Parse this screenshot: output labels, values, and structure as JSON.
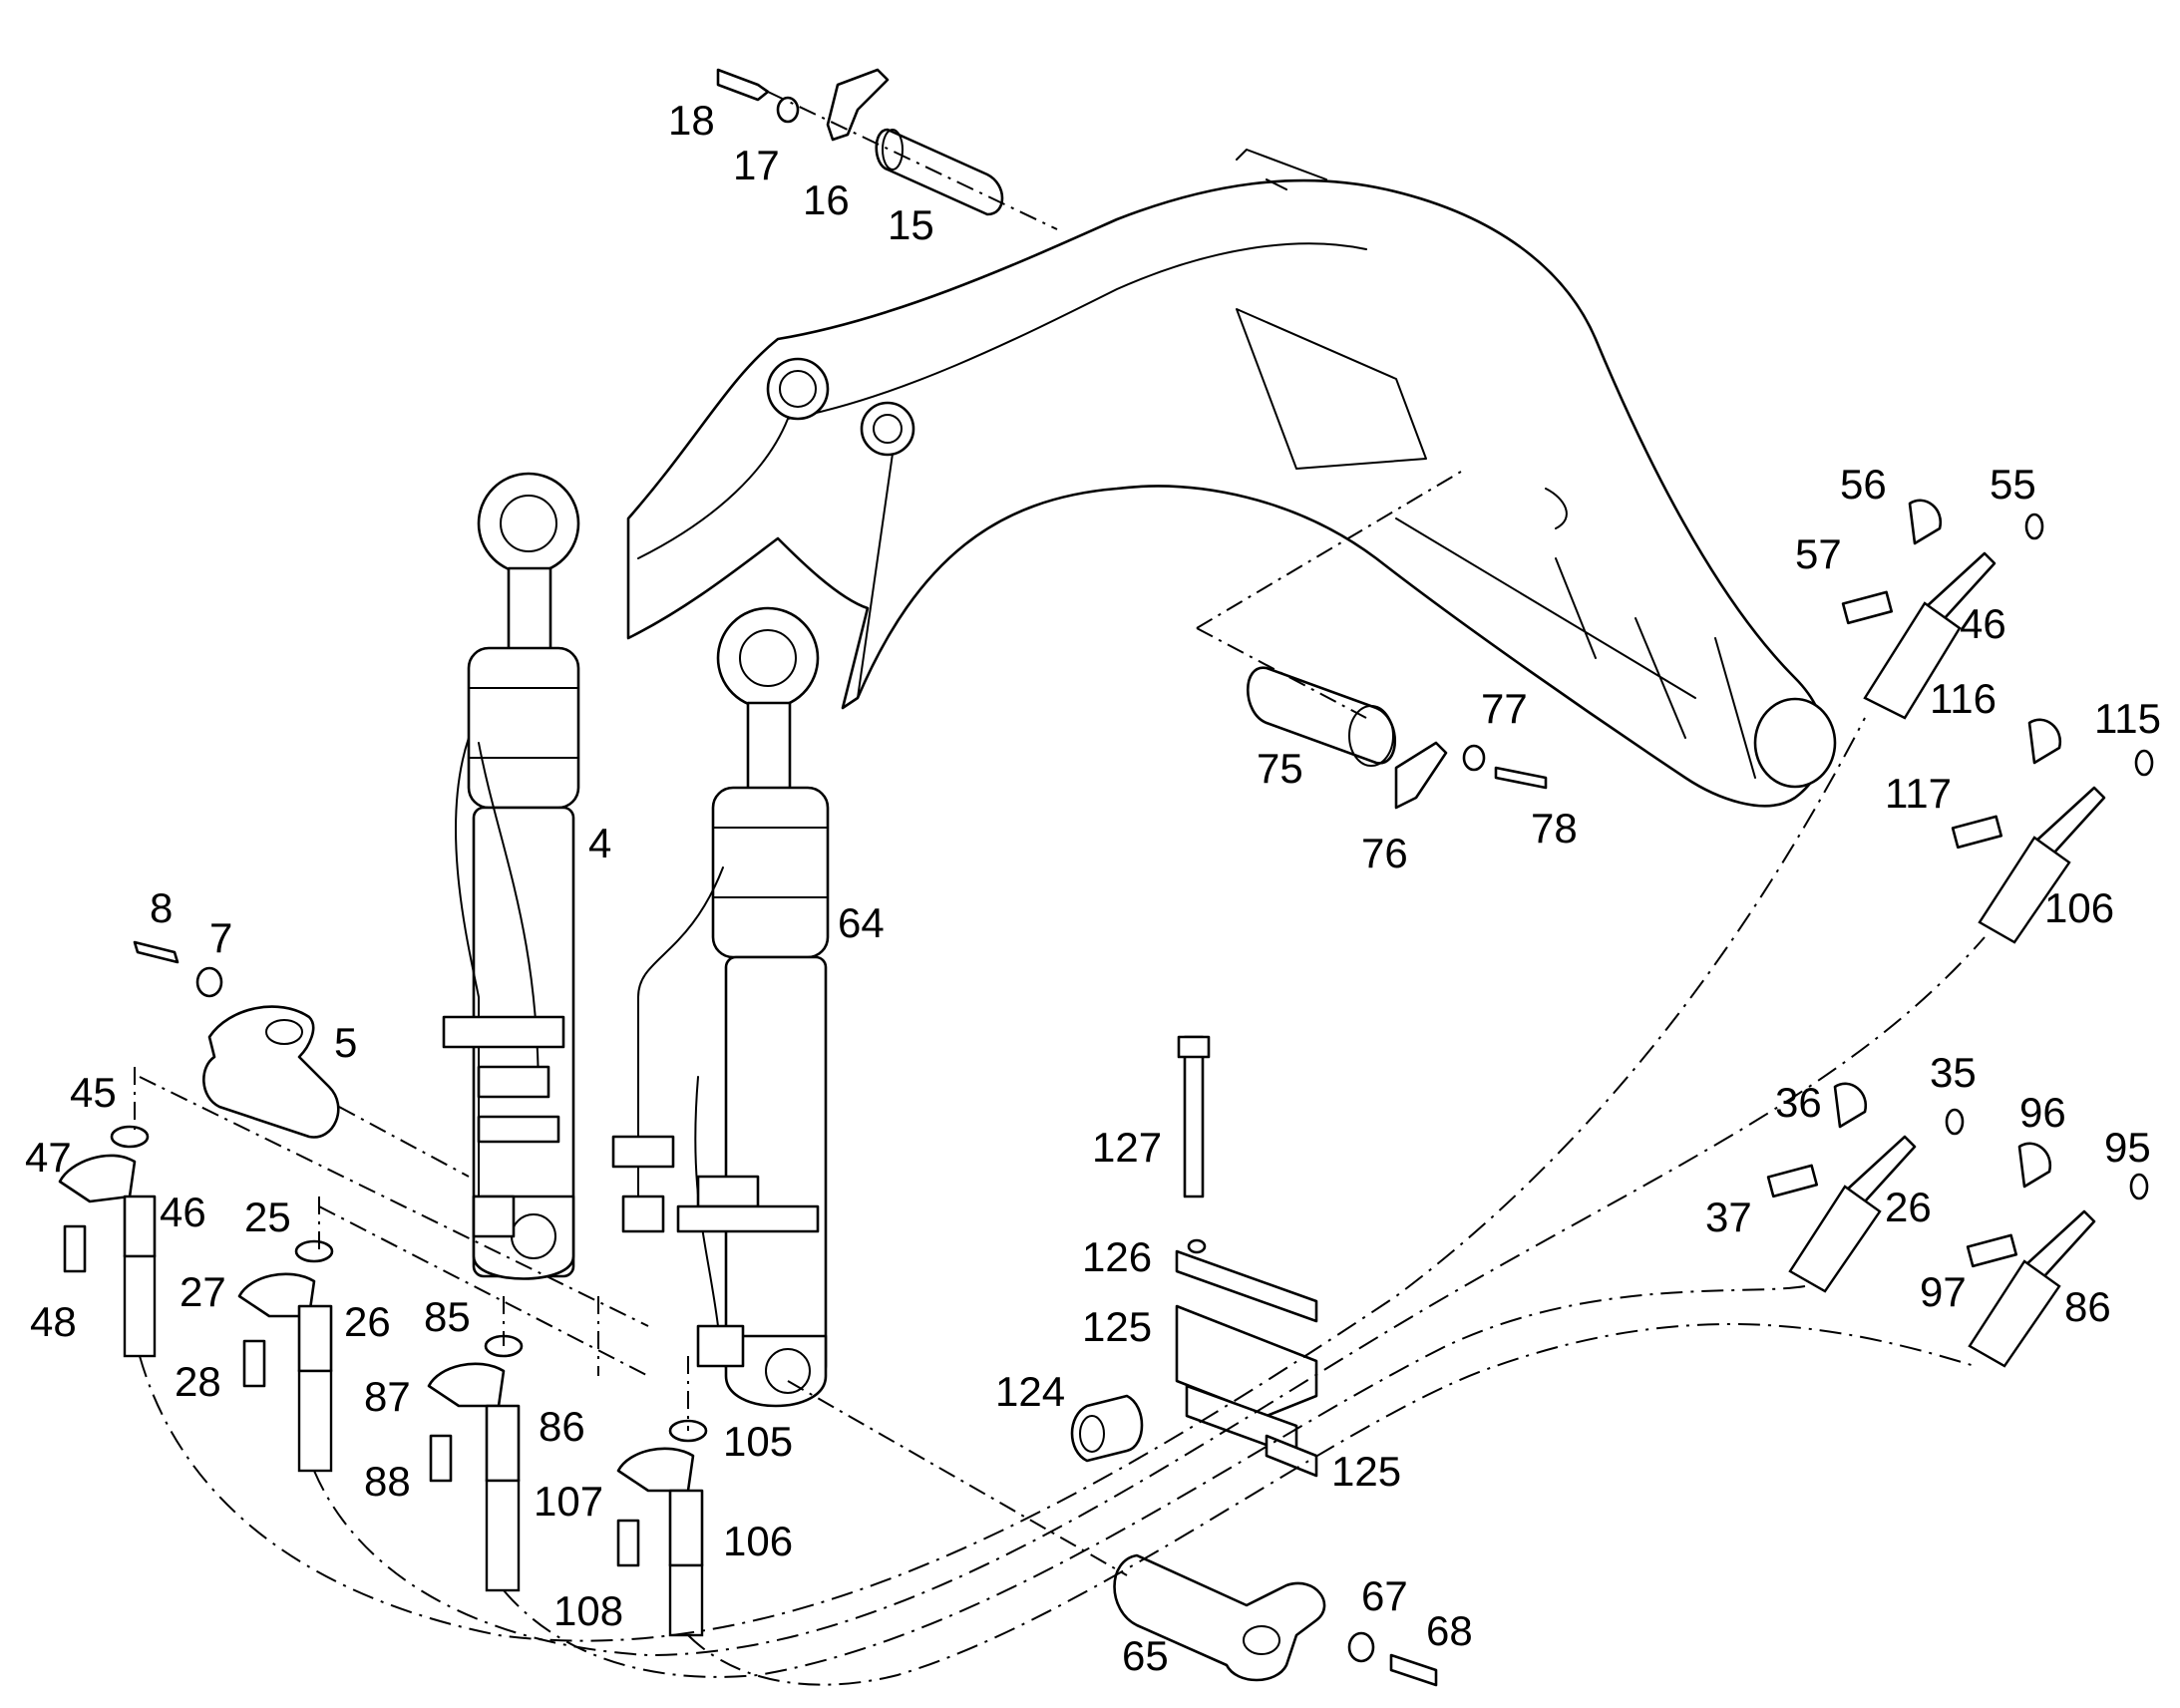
{
  "diagram": {
    "type": "exploded-parts-diagram",
    "colors": {
      "line": "#000000",
      "background": "#ffffff"
    },
    "callouts": [
      {
        "id": "c18",
        "text": "18"
      },
      {
        "id": "c17",
        "text": "17"
      },
      {
        "id": "c16",
        "text": "16"
      },
      {
        "id": "c15",
        "text": "15"
      },
      {
        "id": "c56",
        "text": "56"
      },
      {
        "id": "c55",
        "text": "55"
      },
      {
        "id": "c57",
        "text": "57"
      },
      {
        "id": "c46a",
        "text": "46"
      },
      {
        "id": "c116",
        "text": "116"
      },
      {
        "id": "c115",
        "text": "115"
      },
      {
        "id": "c117",
        "text": "117"
      },
      {
        "id": "c106a",
        "text": "106"
      },
      {
        "id": "c75",
        "text": "75"
      },
      {
        "id": "c77",
        "text": "77"
      },
      {
        "id": "c78",
        "text": "78"
      },
      {
        "id": "c76",
        "text": "76"
      },
      {
        "id": "c4",
        "text": "4"
      },
      {
        "id": "c64",
        "text": "64"
      },
      {
        "id": "c8",
        "text": "8"
      },
      {
        "id": "c7",
        "text": "7"
      },
      {
        "id": "c5",
        "text": "5"
      },
      {
        "id": "c45",
        "text": "45"
      },
      {
        "id": "c47",
        "text": "47"
      },
      {
        "id": "c46b",
        "text": "46"
      },
      {
        "id": "c48",
        "text": "48"
      },
      {
        "id": "c25",
        "text": "25"
      },
      {
        "id": "c27",
        "text": "27"
      },
      {
        "id": "c26a",
        "text": "26"
      },
      {
        "id": "c28",
        "text": "28"
      },
      {
        "id": "c85",
        "text": "85"
      },
      {
        "id": "c87",
        "text": "87"
      },
      {
        "id": "c86a",
        "text": "86"
      },
      {
        "id": "c88",
        "text": "88"
      },
      {
        "id": "c105",
        "text": "105"
      },
      {
        "id": "c107",
        "text": "107"
      },
      {
        "id": "c106b",
        "text": "106"
      },
      {
        "id": "c108",
        "text": "108"
      },
      {
        "id": "c127",
        "text": "127"
      },
      {
        "id": "c126",
        "text": "126"
      },
      {
        "id": "c125a",
        "text": "125"
      },
      {
        "id": "c124",
        "text": "124"
      },
      {
        "id": "c125b",
        "text": "125"
      },
      {
        "id": "c36",
        "text": "36"
      },
      {
        "id": "c35",
        "text": "35"
      },
      {
        "id": "c37",
        "text": "37"
      },
      {
        "id": "c26b",
        "text": "26"
      },
      {
        "id": "c96",
        "text": "96"
      },
      {
        "id": "c95",
        "text": "95"
      },
      {
        "id": "c97",
        "text": "97"
      },
      {
        "id": "c86b",
        "text": "86"
      },
      {
        "id": "c65",
        "text": "65"
      },
      {
        "id": "c67",
        "text": "67"
      },
      {
        "id": "c68",
        "text": "68"
      }
    ]
  }
}
